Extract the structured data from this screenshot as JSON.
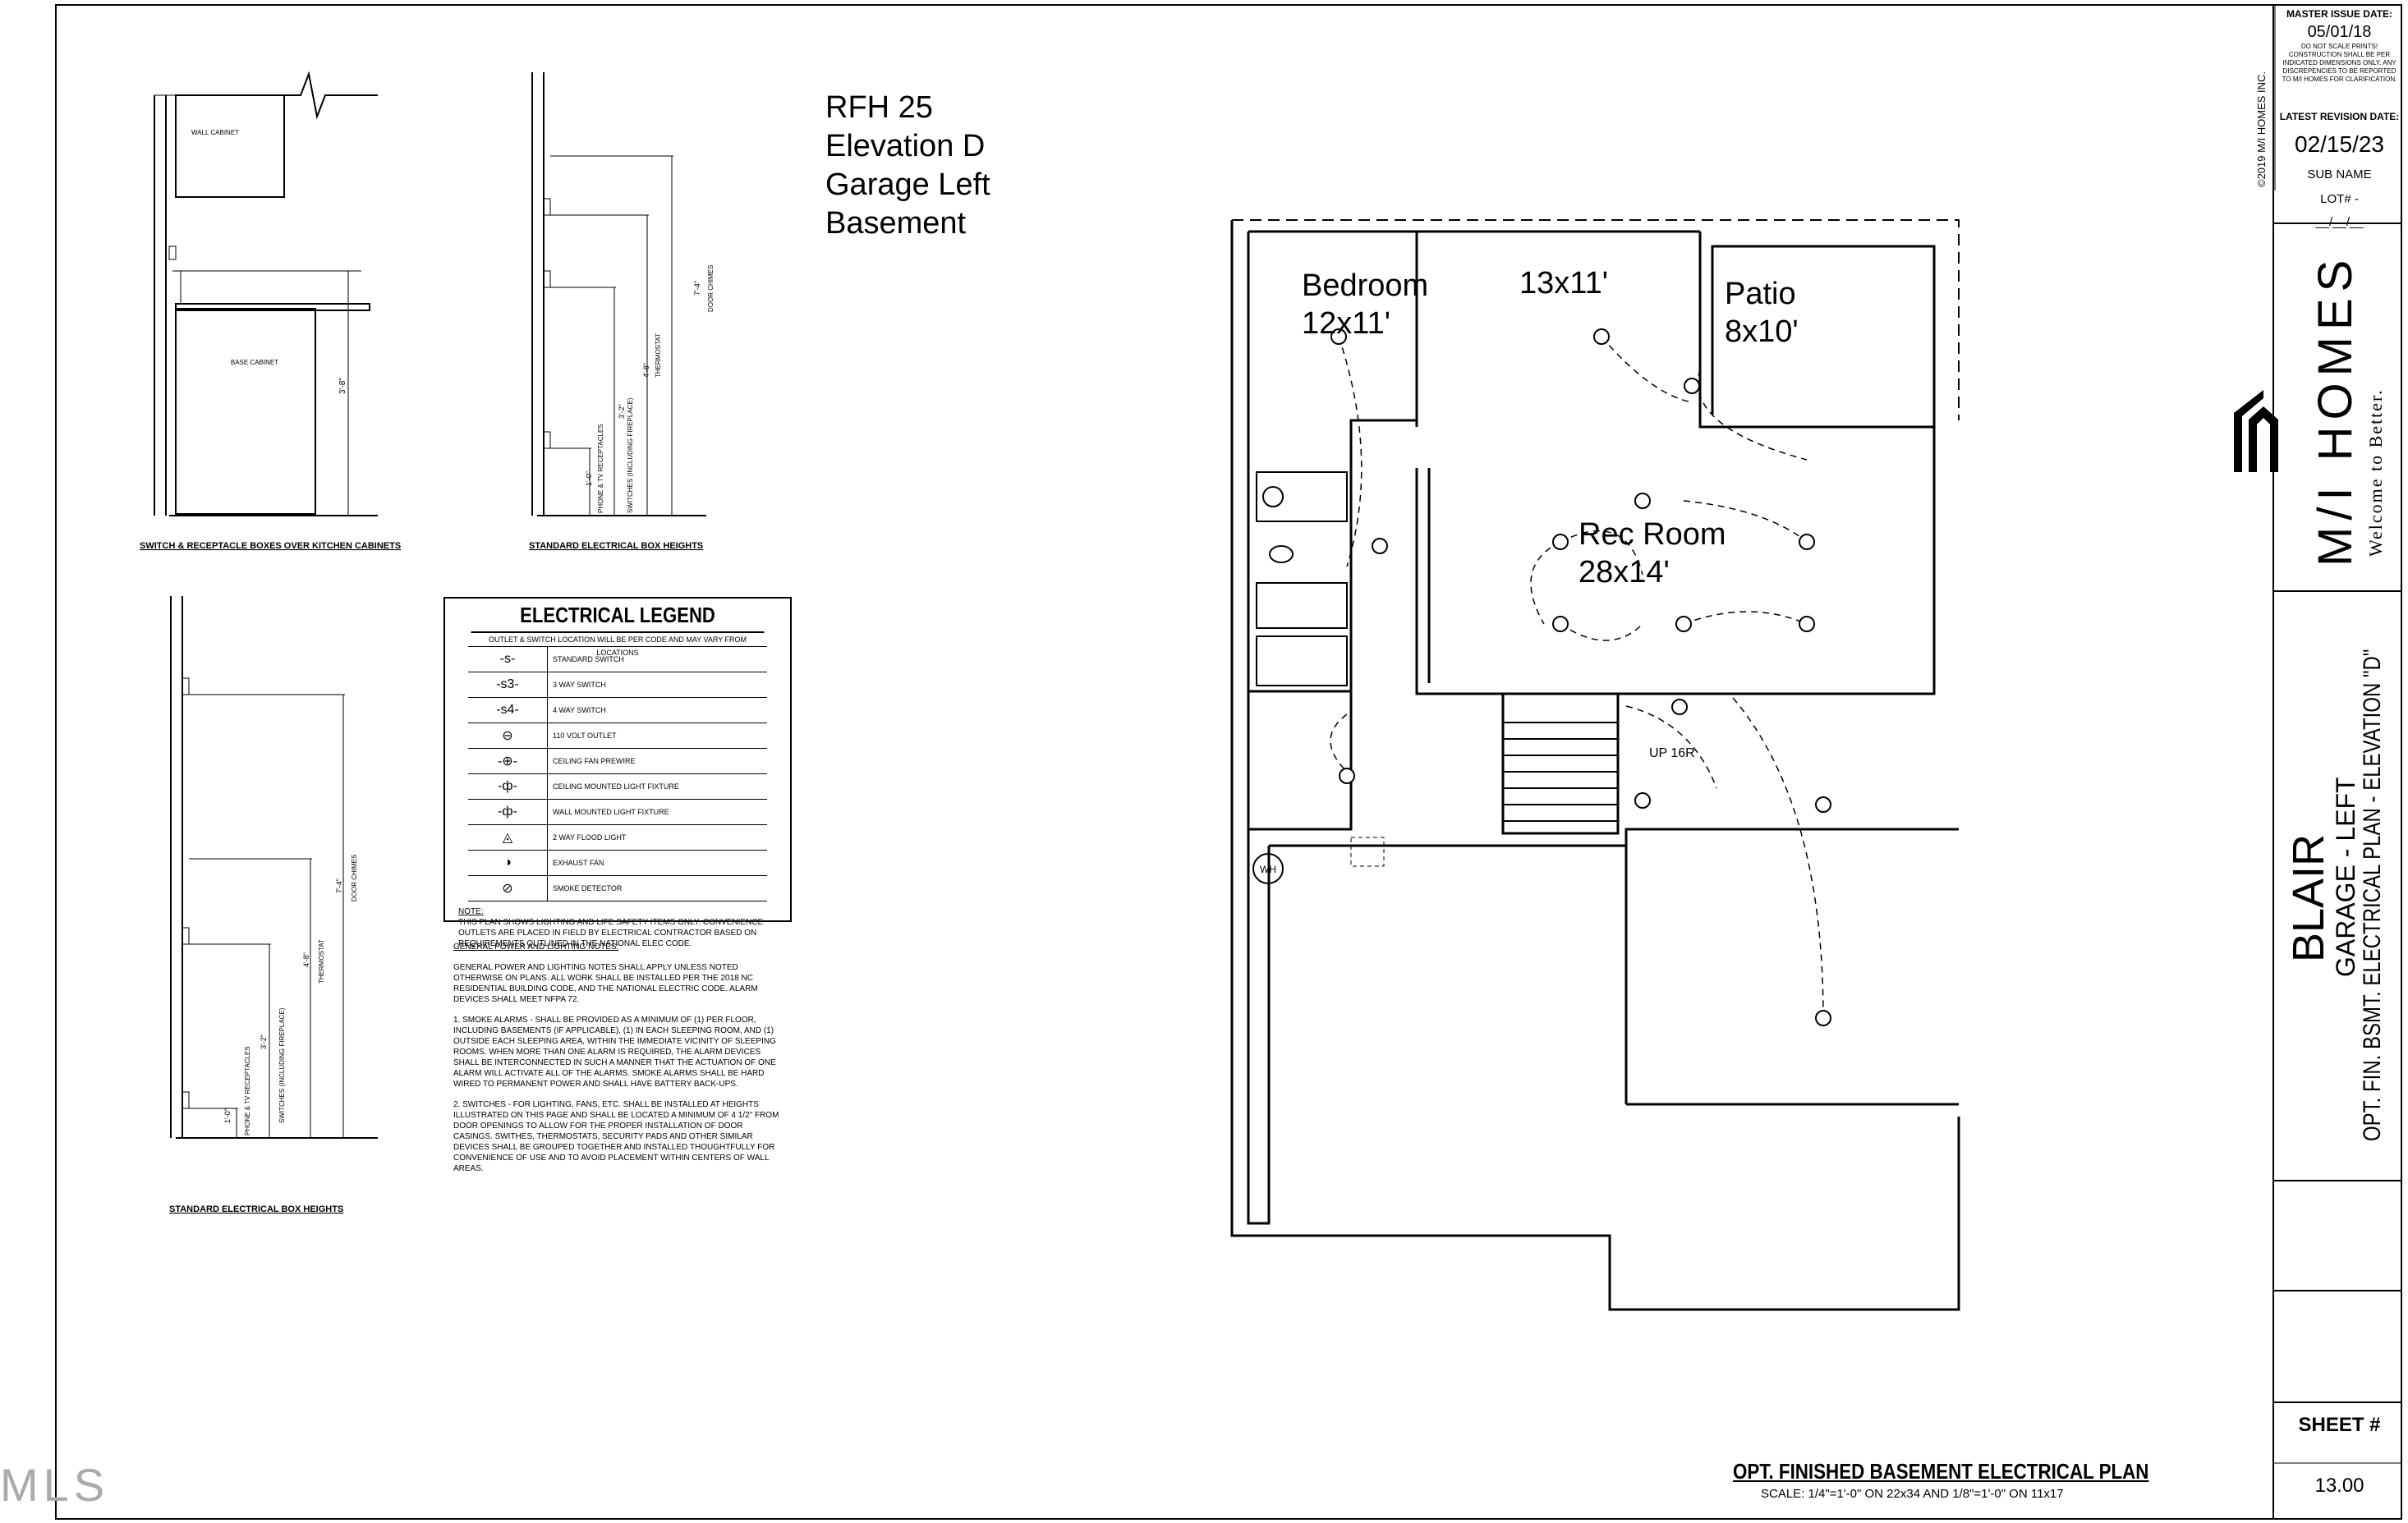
{
  "project": {
    "lines": [
      "RFH 25",
      "Elevation D",
      "Garage Left",
      "Basement"
    ]
  },
  "rooms": [
    {
      "name": "Bedroom",
      "size": "12x11'"
    },
    {
      "name": "",
      "size": "13x11'"
    },
    {
      "name": "Patio",
      "size": "8x10'"
    },
    {
      "name": "Rec Room",
      "size": "28x14'"
    }
  ],
  "wh_label": "WH",
  "stair_label": "UP 16R",
  "details": {
    "kitchen_caption": "SWITCH & RECEPTACLE BOXES OVER KITCHEN CABINETS",
    "wall_cabinet": "WALL CABINET",
    "base_cabinet": "BASE CABINET",
    "dim_3_8": "3'-8\"",
    "std_caption": "STANDARD ELECTRICAL BOX HEIGHTS",
    "std_caption2": "STANDARD ELECTRICAL BOX HEIGHTS",
    "dim_1_0": "1'-0\"",
    "phone_tv": "PHONE & TV RECEPTACLES",
    "dim_3_2": "3'-2\"",
    "switches": "SWITCHES (INCLUDING FIREPLACE)",
    "dim_4_8": "4'-8\"",
    "thermostat": "THERMOSTAT",
    "dim_7_4": "7'-4\"",
    "door_chimes": "DOOR CHIMES"
  },
  "legend": {
    "title": "ELECTRICAL LEGEND",
    "subtitle": "OUTLET & SWITCH LOCATION WILL BE PER CODE AND MAY VARY FROM LOCATIONS",
    "items": [
      {
        "symbol": "-s-",
        "label": "Standard switch"
      },
      {
        "symbol": "-s3-",
        "label": "3 way switch"
      },
      {
        "symbol": "-s4-",
        "label": "4 way switch"
      },
      {
        "symbol": "⊖",
        "label": "110 volt outlet"
      },
      {
        "symbol": "-⊕-",
        "label": "Ceiling fan prewire"
      },
      {
        "symbol": "-ф-",
        "label": "Ceiling mounted light fixture"
      },
      {
        "symbol": "-ф-",
        "label": "Wall mounted light fixture"
      },
      {
        "symbol": "◬",
        "label": "2 way flood light"
      },
      {
        "symbol": "◑",
        "label": "Exhaust fan"
      },
      {
        "symbol": "⊘",
        "label": "Smoke detector"
      }
    ],
    "note_head": "NOTE:",
    "note": "THIS PLAN SHOWS LIGHTING AND LIFE SAFETY ITEMS ONLY. CONVENIENCE OUTLETS ARE PLACED IN FIELD BY ELECTRICAL CONTRACTOR BASED ON REQUIREMENTS OUTLINED IN THE NATIONAL ELEC CODE."
  },
  "notes": {
    "heading": "GENERAL POWER AND LIGHTING NOTES:",
    "p1": "GENERAL POWER AND LIGHTING NOTES SHALL APPLY UNLESS NOTED OTHERWISE ON PLANS. ALL WORK SHALL BE INSTALLED PER THE 2018 NC RESIDENTIAL BUILDING CODE, AND THE NATIONAL ELECTRIC CODE. ALARM DEVICES SHALL MEET NFPA 72.",
    "p2": "1. SMOKE ALARMS - SHALL BE PROVIDED AS A MINIMUM OF (1) PER FLOOR, INCLUDING BASEMENTS (IF APPLICABLE), (1) IN EACH SLEEPING ROOM, AND (1) OUTSIDE EACH SLEEPING AREA, WITHIN THE IMMEDIATE VICINITY OF SLEEPING ROOMS. WHEN MORE THAN ONE ALARM IS REQUIRED, THE ALARM DEVICES SHALL BE INTERCONNECTED IN SUCH A MANNER THAT THE ACTUATION OF ONE ALARM WILL ACTIVATE ALL OF THE ALARMS. SMOKE ALARMS SHALL BE HARD WIRED TO PERMANENT POWER AND SHALL HAVE BATTERY BACK-UPS.",
    "p3": "2. SWITCHES - FOR LIGHTING, FANS, ETC. SHALL BE INSTALLED AT HEIGHTS ILLUSTRATED ON THIS PAGE AND SHALL BE LOCATED A MINIMUM OF 4 1/2\" FROM DOOR OPENINGS TO ALLOW FOR THE PROPER INSTALLATION OF DOOR CASINGS. SWITHES, THERMOSTATS, SECURITY PADS AND OTHER SIMILAR DEVICES SHALL BE GROUPED TOGETHER AND INSTALLED THOUGHTFULLY FOR CONVENIENCE OF USE AND TO AVOID PLACEMENT WITHIN CENTERS OF WALL AREAS."
  },
  "plan_title": {
    "title": "OPT. FINISHED BASEMENT ELECTRICAL PLAN",
    "scale": "SCALE: 1/4\"=1'-0\" ON 22x34 AND 1/8\"=1'-0\" ON 11x17"
  },
  "title_block": {
    "copyright": "©2019 M/I HOMES INC.",
    "master_label": "MASTER ISSUE DATE:",
    "master_date": "05/01/18",
    "disclaimer": "DO NOT SCALE PRINTS! CONSTRUCTION SHALL BE PER INDICATED DIMENSIONS ONLY. ANY DISCREPENCIES TO BE REPORTED TO M/I HOMES FOR CLARIFICATION.",
    "revision_label": "LATEST REVISION DATE:",
    "revision_date": "02/15/23",
    "sub_name": "SUB NAME",
    "lot": "LOT# -",
    "date_blank": "__/__/__",
    "brand": "M/I HOMES",
    "tagline": "Welcome to Better.",
    "plan_name": "BLAIR",
    "plan_sub": "GARAGE - LEFT",
    "plan_desc": "OPT. FIN. BSMT. ELECTRICAL PLAN - ELEVATION \"D\"",
    "sheet_label": "SHEET #",
    "sheet_no": "13.00"
  },
  "watermark": "MLS"
}
